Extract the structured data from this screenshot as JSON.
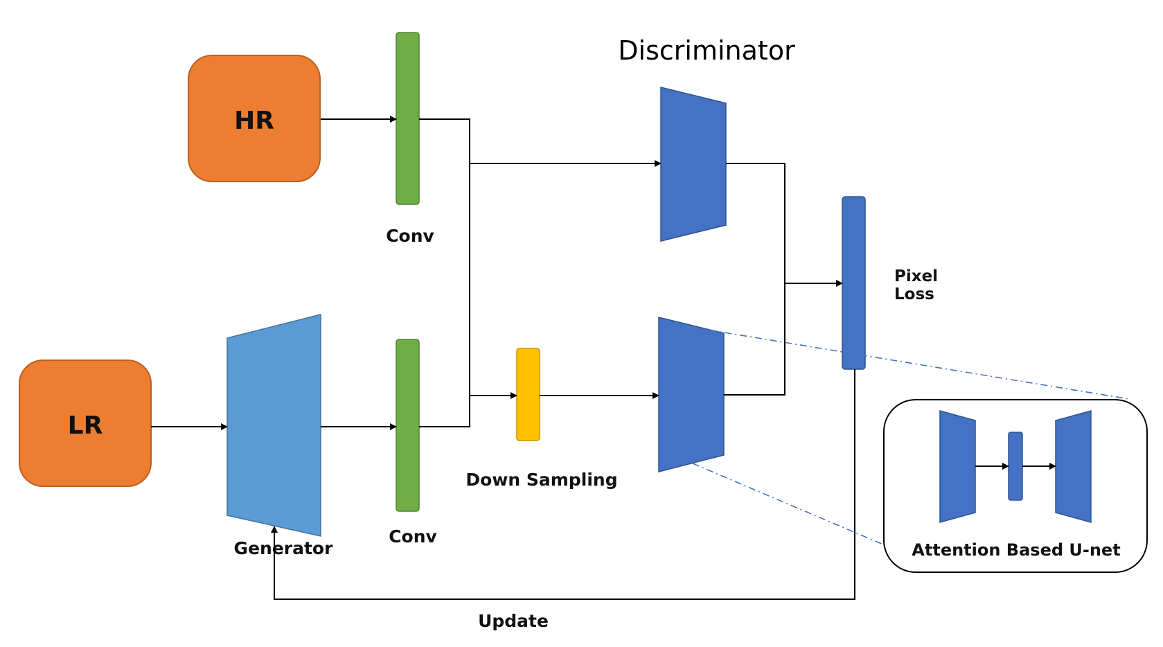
{
  "title": "Discriminator",
  "blocks": {
    "hr": "HR",
    "lr": "LR",
    "conv_top": "Conv",
    "conv_bottom": "Conv",
    "generator": "Generator",
    "down_sampling": "Down Sampling",
    "pixel_loss_line1": "Pixel",
    "pixel_loss_line2": "Loss",
    "update": "Update",
    "inset": "Attention Based U-net"
  },
  "colors": {
    "input_box": "#ed7d31",
    "conv": "#70ad47",
    "generator": "#5b9bd5",
    "discriminator": "#4472c4",
    "down_sampling": "#ffc000",
    "pixel_loss": "#4472c4",
    "connector": "#4472c4"
  }
}
